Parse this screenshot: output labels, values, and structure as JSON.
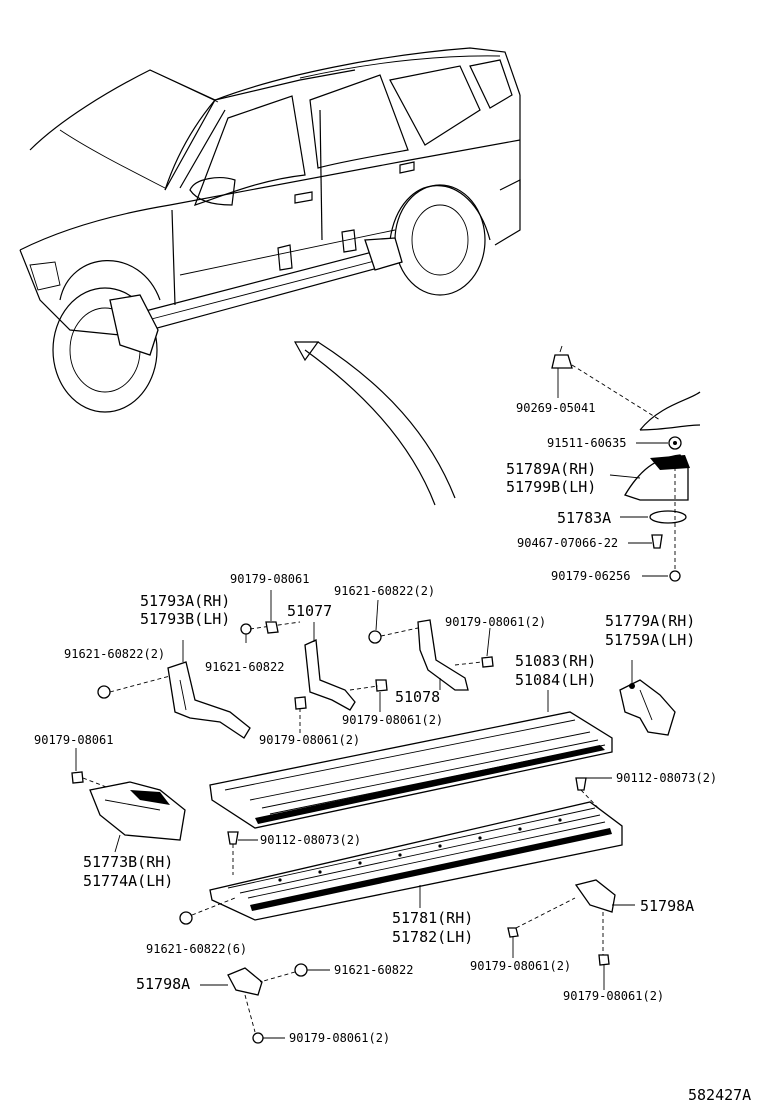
{
  "diagram_id": "582427A",
  "labels": {
    "p90269": "90269-05041",
    "p91511": "91511-60635",
    "p51789": "51789A(RH)",
    "p51799": "51799B(LH)",
    "p51783": "51783A",
    "p90467": "90467-07066-22",
    "p90179_06256": "90179-06256",
    "p90179_top": "90179-08061",
    "p51793a": "51793A(RH)",
    "p51793b": "51793B(LH)",
    "p51077": "51077",
    "p91621_2a": "91621-60822(2)",
    "p90179_2a": "90179-08061(2)",
    "p51779": "51779A(RH)",
    "p51759": "51759A(LH)",
    "p91621_2b": "91621-60822(2)",
    "p91621_mid": "91621-60822",
    "p51078": "51078",
    "p51083": "51083(RH)",
    "p51084": "51084(LH)",
    "p90179_2b": "90179-08061(2)",
    "p90179_2c": "90179-08061(2)",
    "p90179_left": "90179-08061",
    "p90112_right": "90112-08073(2)",
    "p90112_left": "90112-08073(2)",
    "p51773": "51773B(RH)",
    "p51774": "51774A(LH)",
    "p51781": "51781(RH)",
    "p51782": "51782(LH)",
    "p51798_right": "51798A",
    "p91621_6": "91621-60822(6)",
    "p51798_left": "51798A",
    "p91621_bottom": "91621-60822",
    "p90179_2d": "90179-08061(2)",
    "p90179_2e": "90179-08061(2)",
    "p90179_2f": "90179-08061(2)"
  }
}
